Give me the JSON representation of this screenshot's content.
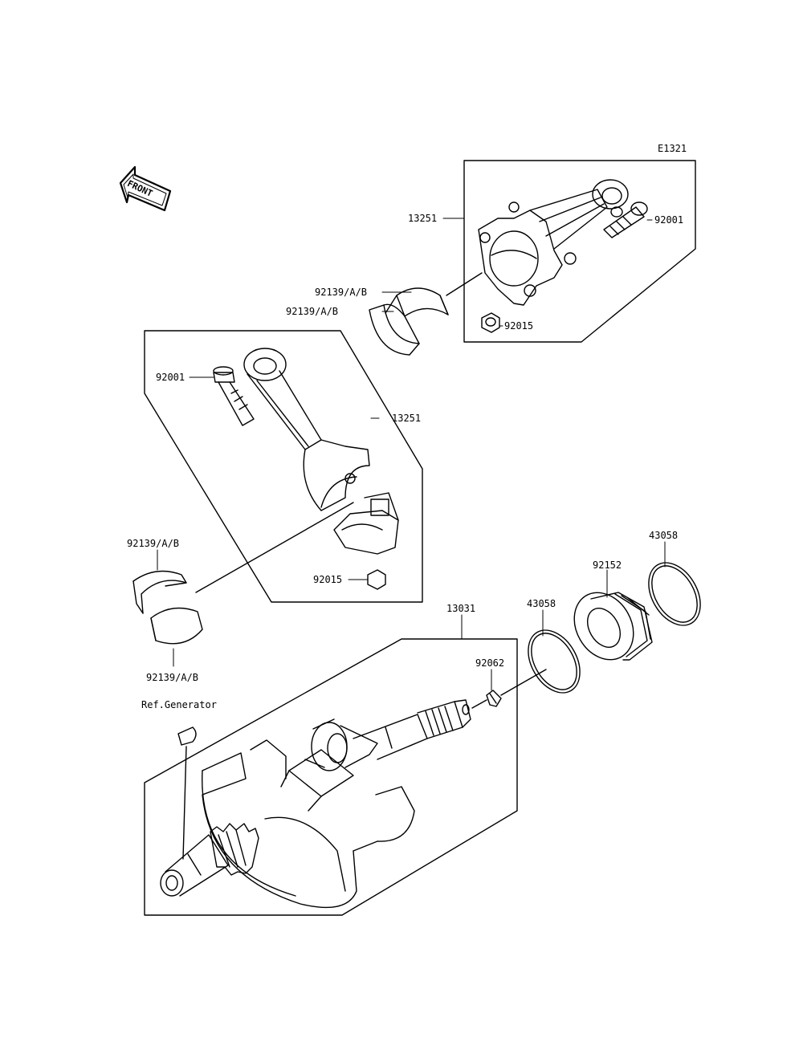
{
  "diagram": {
    "code": "E1321",
    "front_label": "FRONT",
    "parts": {
      "rod_upper": "13251",
      "bolt_upper": "92001",
      "bearing_upper_a": "92139/A/B",
      "bearing_upper_b": "92139/A/B",
      "nut_upper": "92015",
      "bolt_lower": "92001",
      "rod_lower": "13251",
      "bearing_lower_a": "92139/A/B",
      "bearing_lower_b": "92139/A/B",
      "nut_lower": "92015",
      "crankshaft": "13031",
      "oring_left": "43058",
      "oring_right": "43058",
      "collar": "92152",
      "plug": "92062",
      "ref_generator": "Ref.Generator"
    }
  }
}
